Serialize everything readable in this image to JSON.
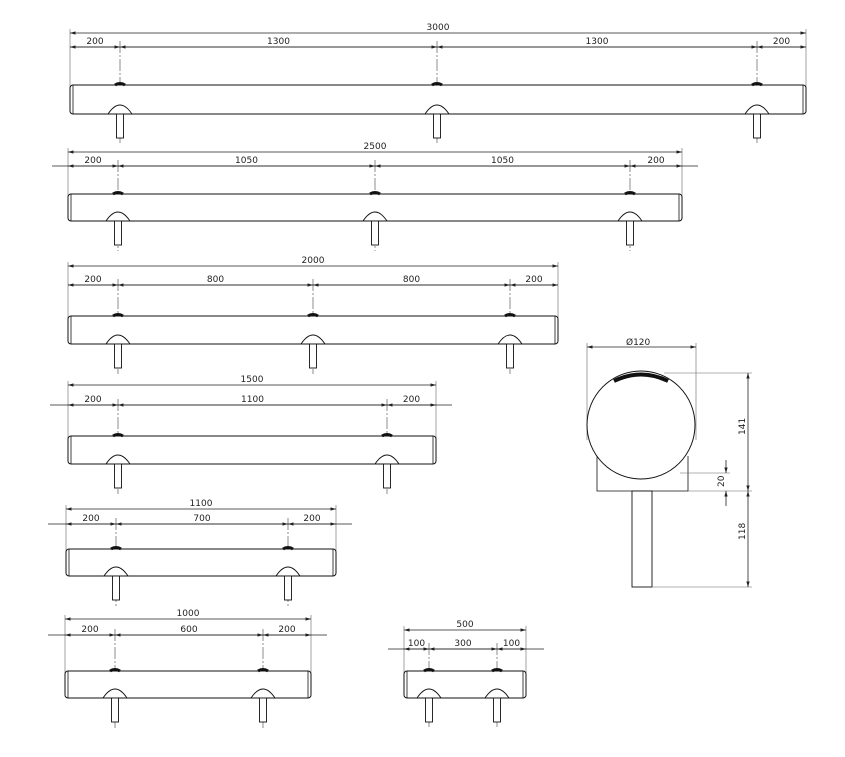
{
  "drawings": [
    {
      "total": "3000",
      "segments": [
        "200",
        "1300",
        "1300",
        "200"
      ]
    },
    {
      "total": "2500",
      "segments": [
        "200",
        "1050",
        "1050",
        "200"
      ]
    },
    {
      "total": "2000",
      "segments": [
        "200",
        "800",
        "800",
        "200"
      ]
    },
    {
      "total": "1500",
      "segments": [
        "200",
        "1100",
        "200"
      ]
    },
    {
      "total": "1100",
      "segments": [
        "200",
        "700",
        "200"
      ]
    },
    {
      "total": "1000",
      "segments": [
        "200",
        "600",
        "200"
      ]
    },
    {
      "total": "500",
      "segments": [
        "100",
        "300",
        "100"
      ]
    }
  ],
  "side_view": {
    "diameter": "Ø120",
    "height_141": "141",
    "gap_20": "20",
    "post_118": "118"
  }
}
